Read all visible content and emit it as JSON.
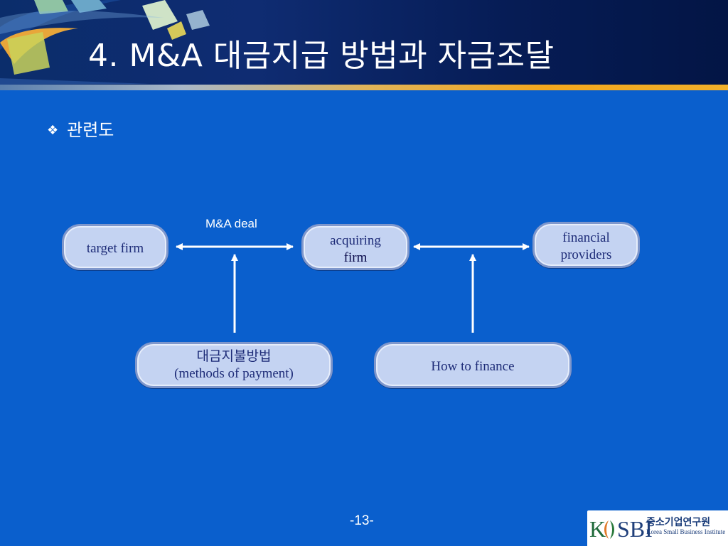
{
  "slide": {
    "title": "4. M&A 대금지급 방법과 자금조달",
    "bullet_icon": "diamond-bullet-icon",
    "bullet_text": "관련도",
    "page_number": "-13-"
  },
  "diagram": {
    "nodes": {
      "target_firm": {
        "label": "target firm"
      },
      "acquiring_firm": {
        "line1": "acquiring",
        "line2": "firm"
      },
      "financial_providers": {
        "line1": "financial",
        "line2": "providers"
      },
      "methods_of_payment": {
        "line1": "대금지불방법",
        "line2": "(methods of payment)"
      },
      "how_to_finance": {
        "label": "How to finance"
      }
    },
    "edge_labels": {
      "deal": "M&A deal"
    }
  },
  "logo": {
    "mark": "KOSBI",
    "korean_name": "중소기업연구원",
    "english_name": "Korea Small Business Institute"
  },
  "colors": {
    "background": "#0a5fcd",
    "node_fill": "#c4d3f2",
    "node_border": "#7f97cc",
    "node_text": "#1e2c78",
    "accent_band": "#f3a71d"
  }
}
